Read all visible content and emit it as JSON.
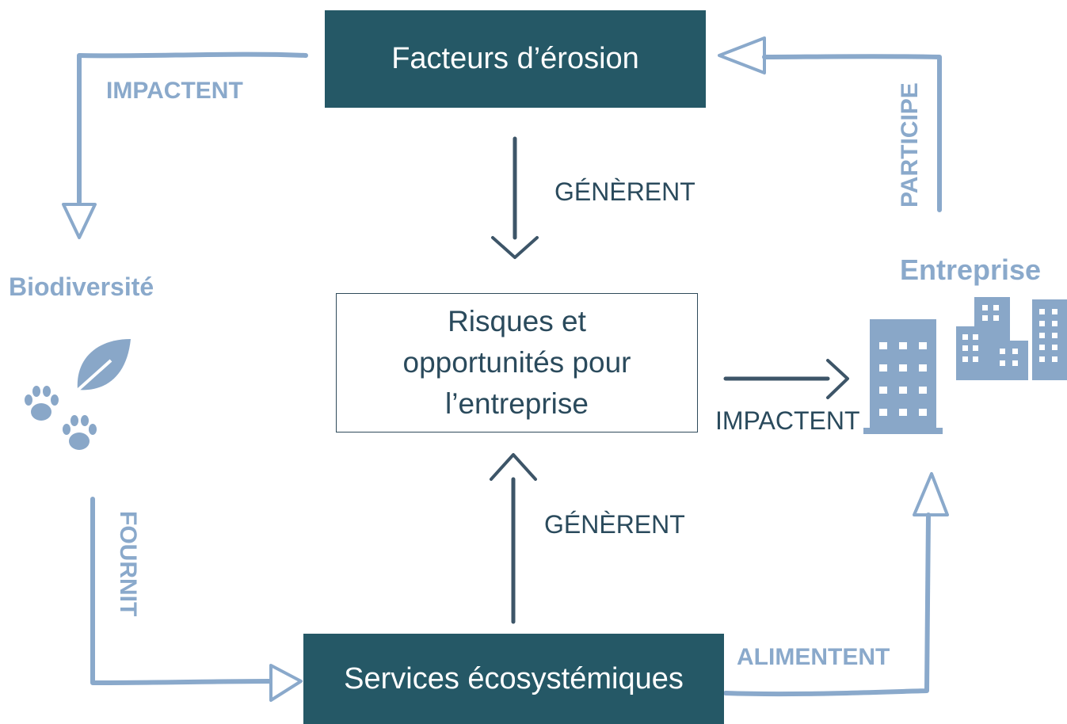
{
  "nodes": {
    "facteurs": "Facteurs d’érosion",
    "risques": [
      "Risques et",
      "opportunités pour",
      "l’entreprise"
    ],
    "services": "Services écosystémiques",
    "biodiversite": "Biodiversité",
    "entreprise": "Entreprise"
  },
  "edges": {
    "impactent_top": "IMPACTENT",
    "generent_top": "GÉNÈRENT",
    "generent_bottom": "GÉNÈRENT",
    "impactent_mid": "IMPACTENT",
    "participe": "PARTICIPE",
    "fournit": "FOURNIT",
    "alimentent": "ALIMENTENT"
  },
  "colors": {
    "dark_box": "#255866",
    "light_arrow": "#8aa9cb",
    "dark_arrow": "#3d5568",
    "icon": "#89a7c8"
  },
  "icons": [
    "leaf-icon",
    "paw-icon",
    "building-icon",
    "city-buildings-icon"
  ]
}
